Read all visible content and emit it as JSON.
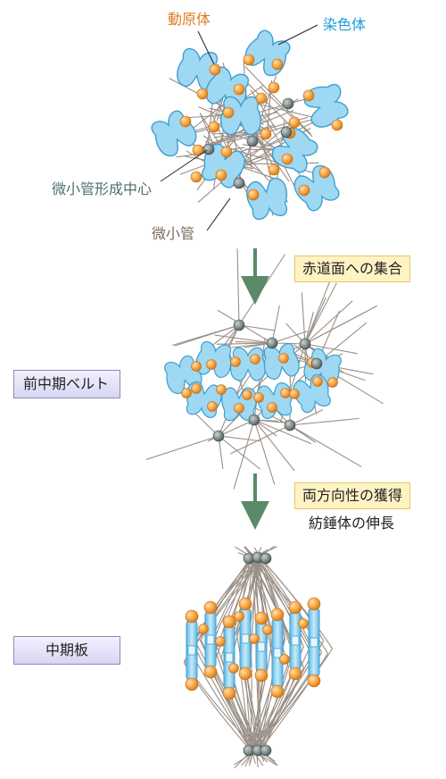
{
  "labels": {
    "kinetochore": "動原体",
    "chromosome": "染色体",
    "mtoc": "微小管形成中心",
    "microtubule": "微小管"
  },
  "steps": {
    "congression": "赤道面への集合",
    "biorientation": "両方向性の獲得",
    "spindle_elongation": "紡錘体の伸長"
  },
  "stages": {
    "prometaphase_belt": "前中期ベルト",
    "metaphase_plate": "中期板"
  },
  "colors": {
    "kinetochore_label": "#e07a1f",
    "chromosome_label": "#1e9bd7",
    "mtoc_label": "#4f6f6f",
    "microtubule_label": "#7a6a5a",
    "arrow": "#5a8a68",
    "chromosome_fill": "#9fd8f2",
    "kinetochore_fill": "#f6a13c",
    "centrosome_fill": "#7f8c8d",
    "microtubule_stroke": "#9a8f86"
  }
}
